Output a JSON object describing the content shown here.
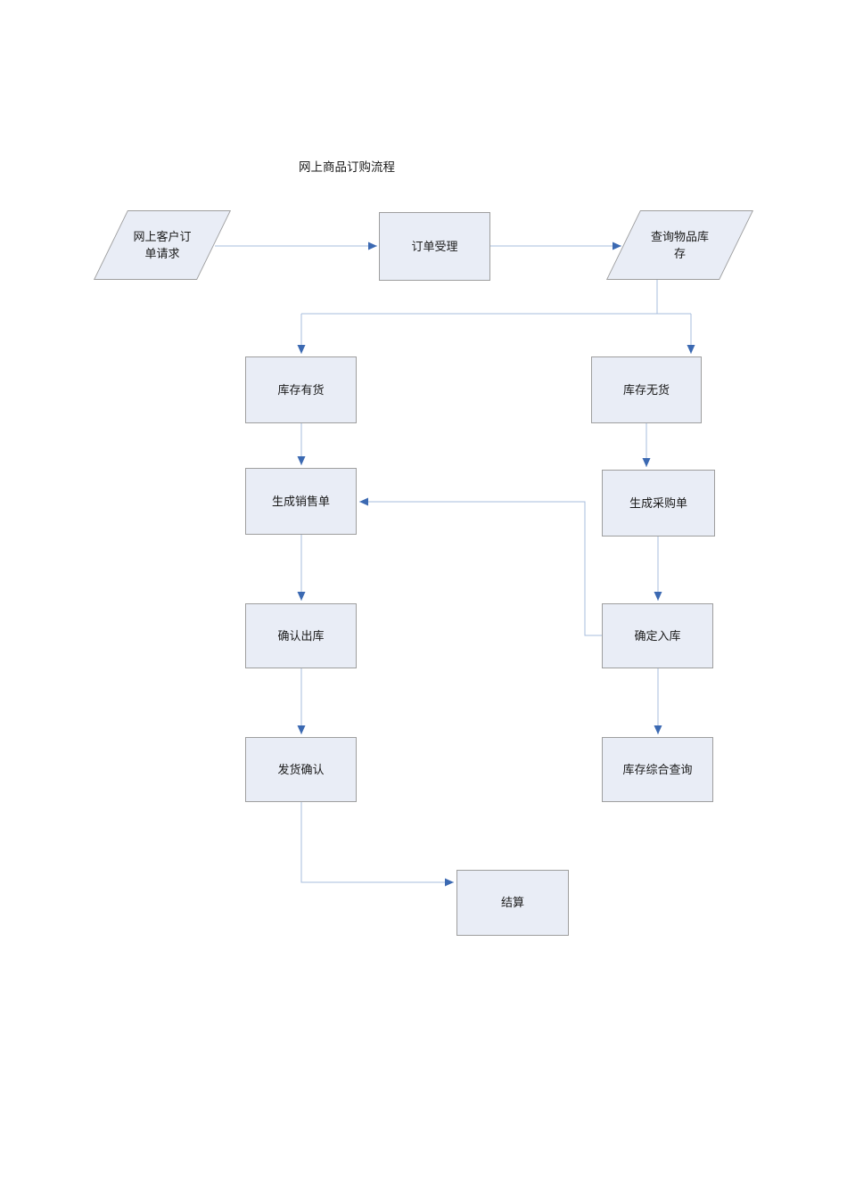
{
  "diagram": {
    "title": "网上商品订购流程",
    "colors": {
      "node_fill": "#e9edf6",
      "node_border": "#9e9e9e",
      "connector": "#a7bcdc",
      "arrow": "#3b69b2",
      "text": "#1a1a1a",
      "background": "#ffffff"
    },
    "nodes": [
      {
        "id": "order-request",
        "type": "parallelogram",
        "label": "网上客户订单请求"
      },
      {
        "id": "order-accept",
        "type": "process",
        "label": "订单受理"
      },
      {
        "id": "query-stock",
        "type": "parallelogram",
        "label": "查询物品库存"
      },
      {
        "id": "in-stock",
        "type": "process",
        "label": "库存有货"
      },
      {
        "id": "out-of-stock",
        "type": "process",
        "label": "库存无货"
      },
      {
        "id": "create-sales-order",
        "type": "process",
        "label": "生成销售单"
      },
      {
        "id": "create-purchase-order",
        "type": "process",
        "label": "生成采购单"
      },
      {
        "id": "confirm-outbound",
        "type": "process",
        "label": "确认出库"
      },
      {
        "id": "confirm-inbound",
        "type": "process",
        "label": "确定入库"
      },
      {
        "id": "shipping-confirm",
        "type": "process",
        "label": "发货确认"
      },
      {
        "id": "inventory-query",
        "type": "process",
        "label": "库存综合查询"
      },
      {
        "id": "settlement",
        "type": "process",
        "label": "结算"
      }
    ],
    "edges": [
      {
        "from": "order-request",
        "to": "order-accept"
      },
      {
        "from": "order-accept",
        "to": "query-stock"
      },
      {
        "from": "query-stock",
        "to": "in-stock"
      },
      {
        "from": "query-stock",
        "to": "out-of-stock"
      },
      {
        "from": "in-stock",
        "to": "create-sales-order"
      },
      {
        "from": "out-of-stock",
        "to": "create-purchase-order"
      },
      {
        "from": "create-sales-order",
        "to": "confirm-outbound"
      },
      {
        "from": "create-purchase-order",
        "to": "confirm-inbound"
      },
      {
        "from": "confirm-inbound",
        "to": "create-sales-order"
      },
      {
        "from": "confirm-outbound",
        "to": "shipping-confirm"
      },
      {
        "from": "confirm-inbound",
        "to": "inventory-query"
      },
      {
        "from": "shipping-confirm",
        "to": "settlement"
      }
    ]
  }
}
